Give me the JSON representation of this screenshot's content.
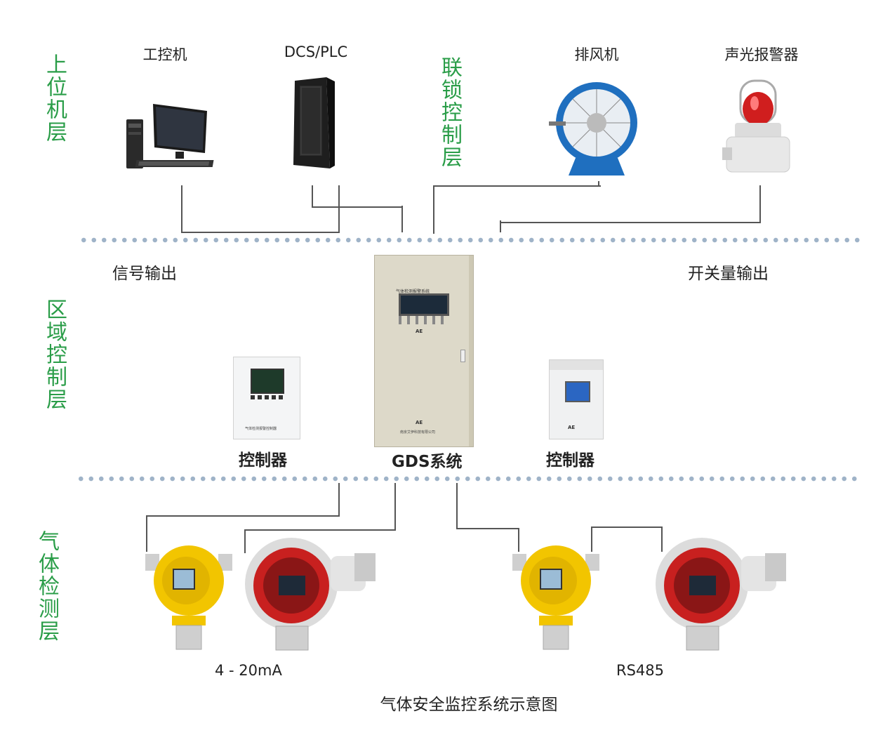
{
  "layers": {
    "host": "上位机层",
    "interlock": "联锁控制层",
    "regional": "区域控制层",
    "detection": "气体检测层"
  },
  "top_devices": {
    "ipc": "工控机",
    "dcs": "DCS/PLC",
    "fan": "排风机",
    "alarm": "声光报警器"
  },
  "outputs": {
    "signal": "信号输出",
    "switch": "开关量输出"
  },
  "controllers": {
    "left": "控制器",
    "center": "GDS系统",
    "right": "控制器"
  },
  "cabinet_text": {
    "panel_title": "气体检测报警系统",
    "brand": "AE",
    "company": "南京艾伊科技有限公司"
  },
  "controller_panel_text": "气体检测报警控制器",
  "protocols": {
    "left": "4 - 20mA",
    "right": "RS485"
  },
  "caption": "气体安全监控系统示意图",
  "colors": {
    "layer_title": "#2a9d48",
    "dots": "#9fb3c8",
    "lines": "#555555",
    "yellow_detector": "#f2c500",
    "red_window": "#c8201f"
  }
}
